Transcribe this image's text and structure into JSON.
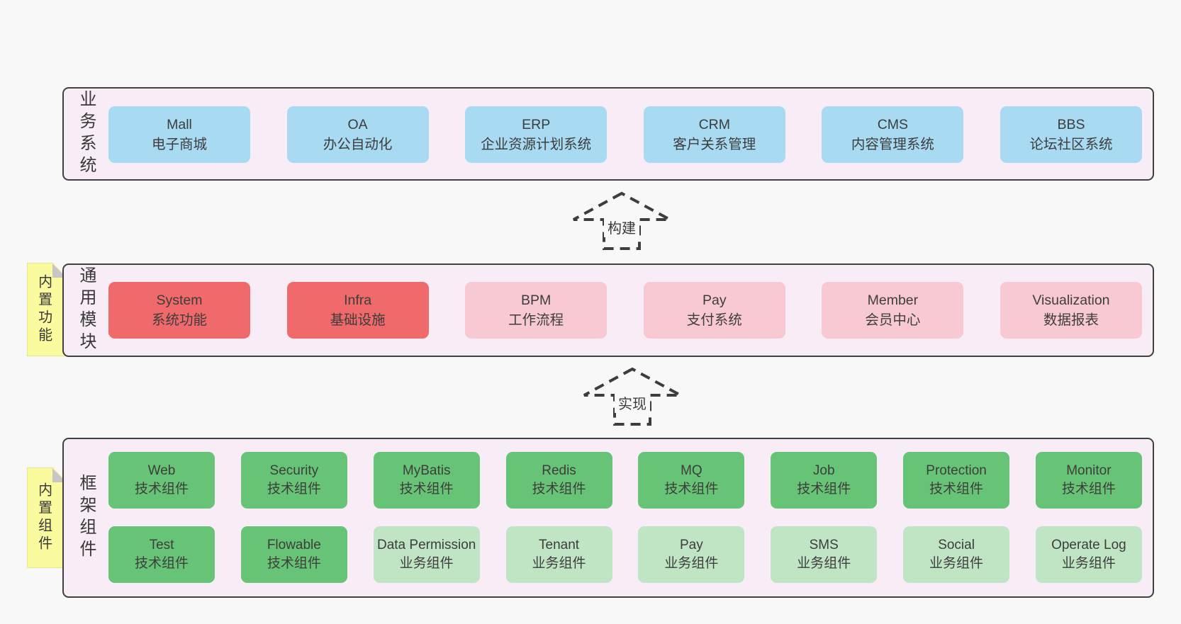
{
  "colors": {
    "pageBg": "#f8f8f8",
    "layerBg": "#f8edf6",
    "border": "#404040",
    "text": "#3d3d3d",
    "blue": "#a8daf2",
    "red": "#f0696b",
    "pink": "#f9c9d3",
    "green": "#67c476",
    "lightGreen": "#c0e5c5",
    "yellow": "#fafa9e",
    "fold": "#c6c6c6",
    "dash": "#3d3d3d"
  },
  "layers": {
    "business": {
      "label": "业务系统",
      "boxes": [
        {
          "name": "Mall",
          "desc": "电子商城",
          "type": "blue"
        },
        {
          "name": "OA",
          "desc": "办公自动化",
          "type": "blue"
        },
        {
          "name": "ERP",
          "desc": "企业资源计划系统",
          "type": "blue"
        },
        {
          "name": "CRM",
          "desc": "客户关系管理",
          "type": "blue"
        },
        {
          "name": "CMS",
          "desc": "内容管理系统",
          "type": "blue"
        },
        {
          "name": "BBS",
          "desc": "论坛社区系统",
          "type": "blue"
        }
      ]
    },
    "modules": {
      "label": "通用模块",
      "tab": "内置功能",
      "boxes": [
        {
          "name": "System",
          "desc": "系统功能",
          "type": "red"
        },
        {
          "name": "Infra",
          "desc": "基础设施",
          "type": "red"
        },
        {
          "name": "BPM",
          "desc": "工作流程",
          "type": "pink"
        },
        {
          "name": "Pay",
          "desc": "支付系统",
          "type": "pink"
        },
        {
          "name": "Member",
          "desc": "会员中心",
          "type": "pink"
        },
        {
          "name": "Visualization",
          "desc": "数据报表",
          "type": "pink"
        }
      ]
    },
    "components": {
      "label": "框架组件",
      "tab": "内置组件",
      "rows": [
        [
          {
            "name": "Web",
            "desc": "技术组件",
            "type": "green"
          },
          {
            "name": "Security",
            "desc": "技术组件",
            "type": "green"
          },
          {
            "name": "MyBatis",
            "desc": "技术组件",
            "type": "green"
          },
          {
            "name": "Redis",
            "desc": "技术组件",
            "type": "green"
          },
          {
            "name": "MQ",
            "desc": "技术组件",
            "type": "green"
          },
          {
            "name": "Job",
            "desc": "技术组件",
            "type": "green"
          },
          {
            "name": "Protection",
            "desc": "技术组件",
            "type": "green"
          },
          {
            "name": "Monitor",
            "desc": "技术组件",
            "type": "green"
          }
        ],
        [
          {
            "name": "Test",
            "desc": "技术组件",
            "type": "green"
          },
          {
            "name": "Flowable",
            "desc": "技术组件",
            "type": "green"
          },
          {
            "name": "Data Permission",
            "desc": "业务组件",
            "type": "lightGreen"
          },
          {
            "name": "Tenant",
            "desc": "业务组件",
            "type": "lightGreen"
          },
          {
            "name": "Pay",
            "desc": "业务组件",
            "type": "lightGreen"
          },
          {
            "name": "SMS",
            "desc": "业务组件",
            "type": "lightGreen"
          },
          {
            "name": "Social",
            "desc": "业务组件",
            "type": "lightGreen"
          },
          {
            "name": "Operate Log",
            "desc": "业务组件",
            "type": "lightGreen"
          }
        ]
      ]
    }
  },
  "arrows": [
    {
      "label": "构建"
    },
    {
      "label": "实现"
    }
  ]
}
